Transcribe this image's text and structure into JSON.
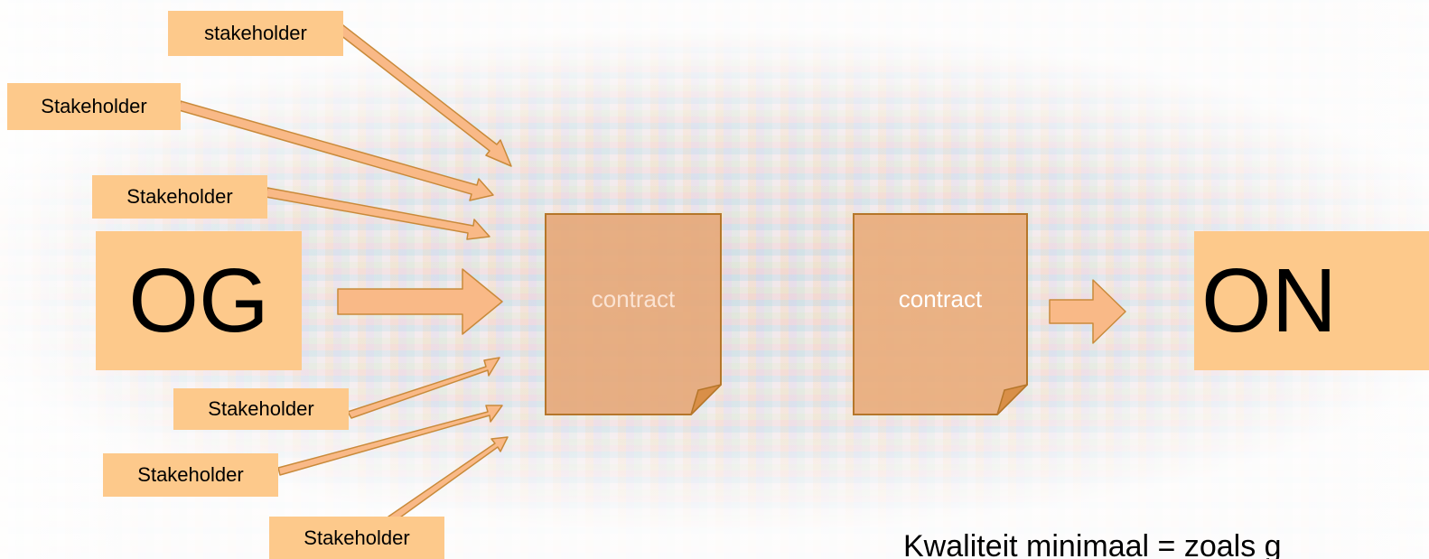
{
  "stakeholders": [
    "stakeholder",
    "Stakeholder",
    "Stakeholder",
    "Stakeholder",
    "Stakeholder",
    "Stakeholder"
  ],
  "origin": "OG",
  "destination": "ON",
  "documents": [
    "contract",
    "contract"
  ],
  "footer": "Kwaliteit minimaal = zoals g",
  "colors": {
    "box_fill": "#fdc98b",
    "arrow_fill": "#f9b987",
    "arrow_stroke": "#c98a3a",
    "doc_fill": "#e6a778",
    "doc_stroke": "#b5762a",
    "doc_text_1": "#fbe3d2",
    "doc_text_2": "#ffffff"
  }
}
